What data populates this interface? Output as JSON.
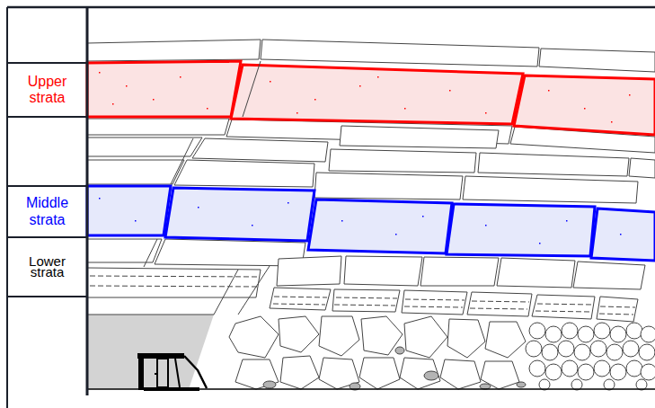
{
  "diagram": {
    "nodes": [
      {
        "text": [
          "Upper strata"
        ]
      },
      {
        "text": [
          "Middle strata"
        ]
      },
      {
        "text": [
          "Lower strata"
        ]
      }
    ]
  }
}
